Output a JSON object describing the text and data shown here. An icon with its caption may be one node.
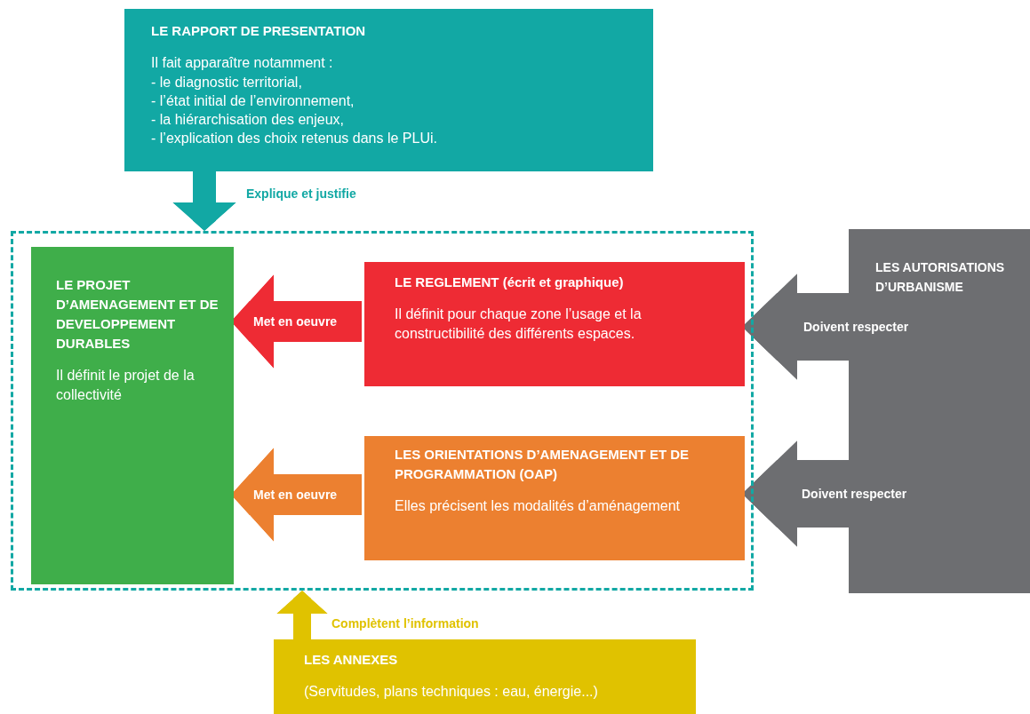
{
  "diagram": {
    "nodes": [
      {
        "text": [
          "LE RAPPORT DE PRESENTATION",
          "Il fait apparaître notamment :",
          "- le diagnostic territorial,",
          "- l’état initial de l’environnement,",
          "- la hiérarchisation des enjeux,",
          "- l’explication des choix retenus dans le PLUi."
        ]
      },
      {
        "text": [],
        "shape": "box"
      },
      {
        "text": [
          "LE PROJET D’AMENAGEMENT ET DE DEVELOPPEMENT DURABLES",
          "Il définit le projet de la collectivité"
        ],
        "in": 1
      },
      {
        "text": [
          "LE REGLEMENT (écrit et graphique)",
          "Il définit pour chaque zone l’usage et la constructibilité des différents espaces."
        ],
        "in": 1
      },
      {
        "text": [
          "LES ORIENTATIONS D’AMENAGEMENT ET DE PROGRAMMATION (OAP)",
          "Elles précisent les modalités d’aménagement"
        ],
        "in": 1
      },
      {
        "text": [
          "LES AUTORISATIONS D’URBANISME"
        ]
      },
      {
        "text": [
          "LES ANNEXES",
          "(Servitudes, plans techniques : eau, énergie...)"
        ]
      }
    ],
    "edges": [
      {
        "from": 0,
        "to": 1,
        "arrow": "to",
        "label": "Explique et justifie",
        "color": "#12a8a4"
      },
      {
        "from": 3,
        "to": 2,
        "arrow": "to",
        "label": "Met en oeuvre",
        "color": "#ee2b34"
      },
      {
        "from": 4,
        "to": 2,
        "arrow": "to",
        "label": "Met en oeuvre",
        "color": "#ec8030"
      },
      {
        "from": 5,
        "to": 3,
        "arrow": "to",
        "label": "Doivent respecter",
        "color": "#6d6e71"
      },
      {
        "from": 5,
        "to": 4,
        "arrow": "to",
        "label": "Doivent respecter",
        "color": "#6d6e71"
      },
      {
        "from": 6,
        "to": 1,
        "arrow": "to",
        "label": "Complètent l’information",
        "color": "#e0c200"
      }
    ]
  }
}
